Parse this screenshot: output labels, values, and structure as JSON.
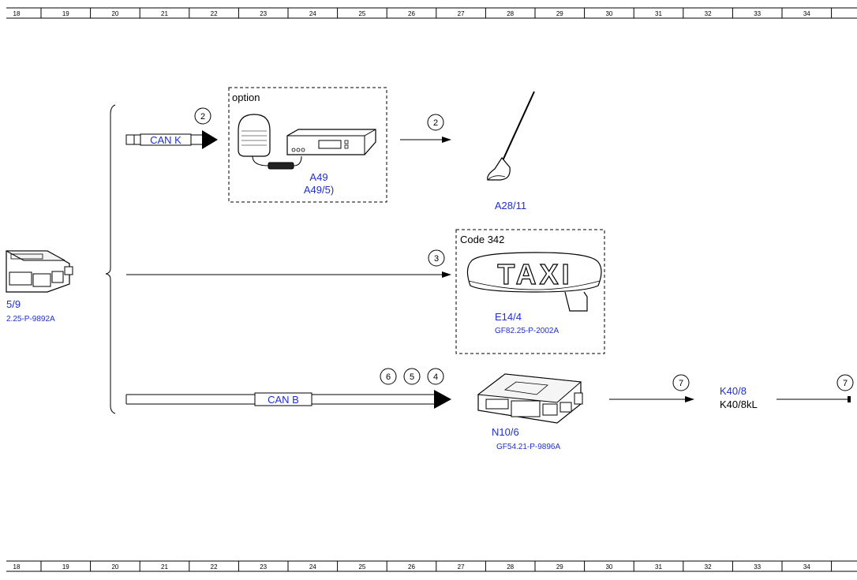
{
  "ruler": {
    "columns": [
      "18",
      "19",
      "20",
      "21",
      "22",
      "23",
      "24",
      "25",
      "26",
      "27",
      "28",
      "29",
      "30",
      "31",
      "32",
      "33",
      "34"
    ]
  },
  "buses": {
    "can_k": "CAN K",
    "can_b": "CAN B"
  },
  "option_box": {
    "title": "option",
    "label1": "A49",
    "label2": "A49/5)"
  },
  "code_box": {
    "title": "Code 342",
    "sign_text": "TAXI",
    "label": "E14/4",
    "ref": "GF82.25-P-2002A"
  },
  "antenna": {
    "label": "A28/11"
  },
  "left_module": {
    "label": "5/9",
    "ref": "2.25-P-9892A"
  },
  "n10_module": {
    "label": "N10/6",
    "ref": "GF54.21-P-9896A"
  },
  "relay": {
    "label1": "K40/8",
    "label2": "K40/8kL"
  },
  "circles": {
    "c2a": "2",
    "c2b": "2",
    "c3": "3",
    "c6": "6",
    "c5": "5",
    "c4": "4",
    "c7a": "7",
    "c7b": "7"
  },
  "colors": {
    "link": "#1f2fd0",
    "line": "#000000"
  }
}
